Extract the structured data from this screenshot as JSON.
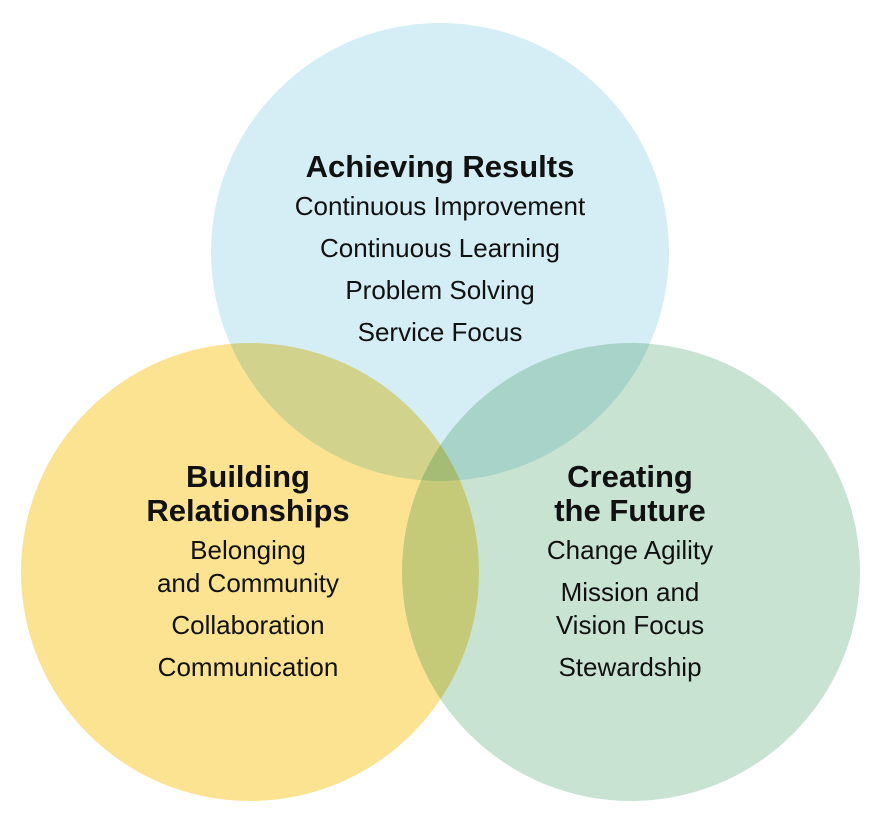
{
  "colors": {
    "top_circle": "#d5edf4",
    "left_circle": "#fbe392",
    "right_circle": "#c8e3d2",
    "text": "#111111"
  },
  "circles": {
    "top": {
      "title": "Achieving Results",
      "items": [
        "Continuous Improvement",
        "Continuous Learning",
        "Problem Solving",
        "Service Focus"
      ]
    },
    "left": {
      "title": "Building\nRelationships",
      "items": [
        "Belonging\nand Community",
        "Collaboration",
        "Communication"
      ]
    },
    "right": {
      "title": "Creating\nthe Future",
      "items": [
        "Change Agility",
        "Mission and\nVision Focus",
        "Stewardship"
      ]
    }
  }
}
